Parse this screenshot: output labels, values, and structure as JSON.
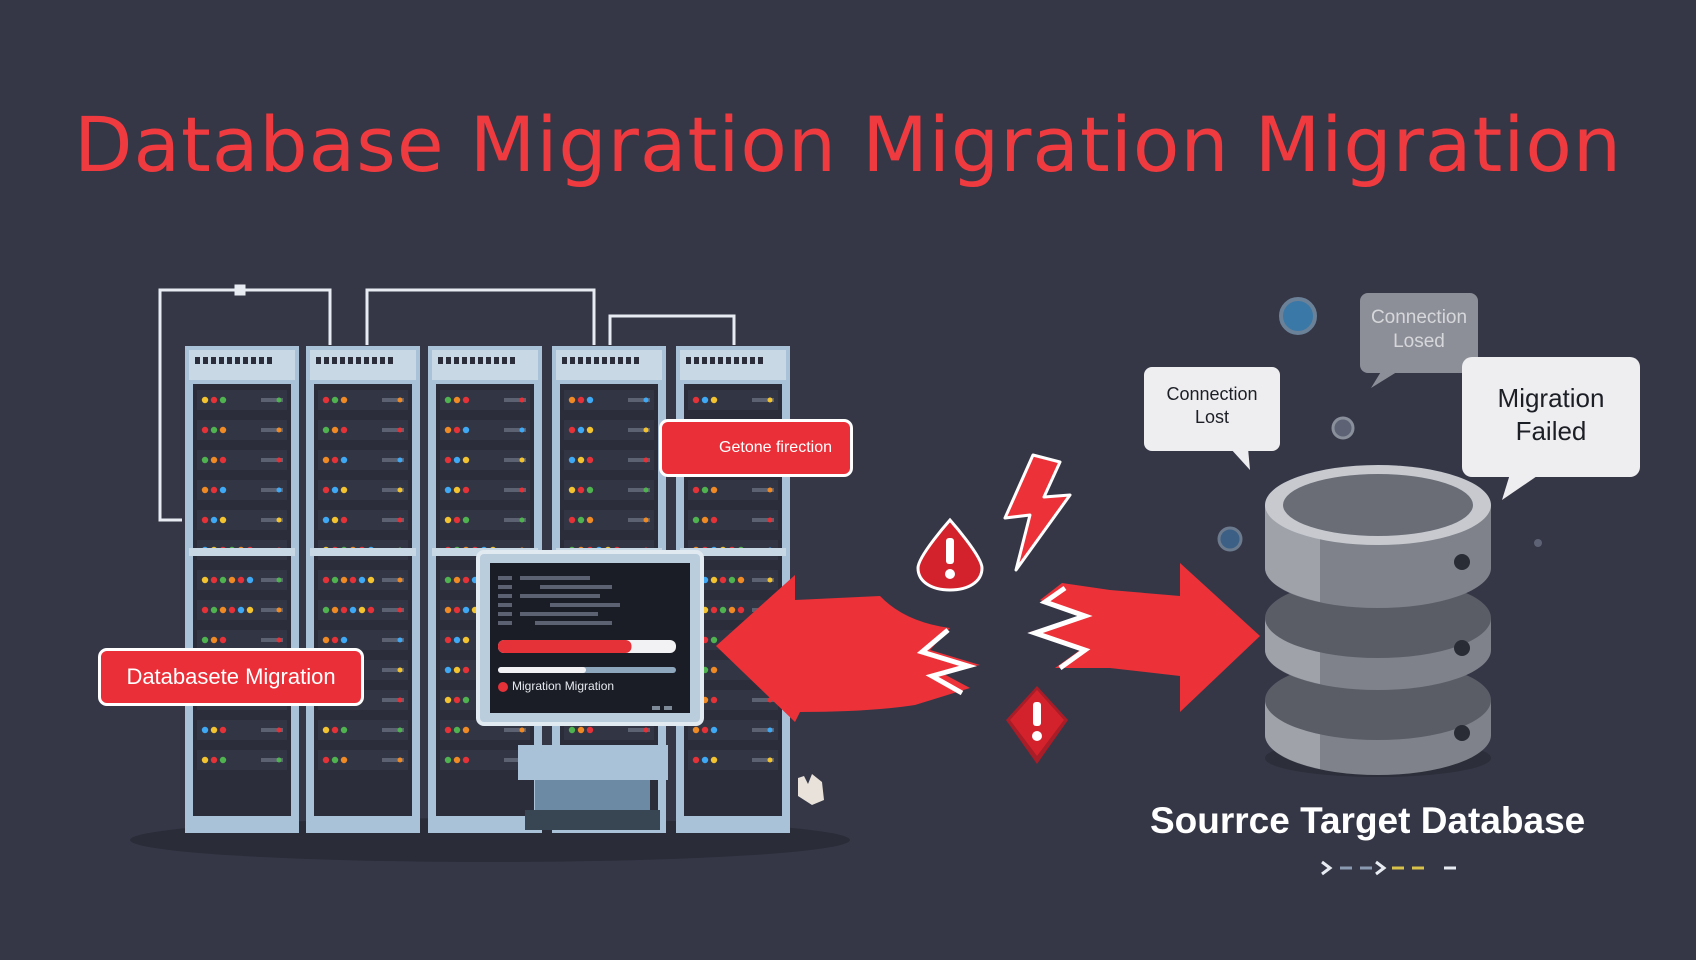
{
  "title": "Database Migration Migration Migration",
  "labels": {
    "tag_left": "Databasete Migration",
    "tag_rack": "Getone firection",
    "monitor_status": "Migration Migration",
    "bubble_connection_lost": "Connection Lost",
    "bubble_connection_losed": "Connection Losed",
    "bubble_migration_failed": "Migration Failed",
    "database_caption": "Sourrce Target Database",
    "database_caption_arrow": ">-->-- -"
  },
  "migration_progress": 0.75,
  "colors": {
    "background": "#353747",
    "alert_red": "#ef3b40",
    "rack_frame": "#a9c2d8",
    "rack_body": "#2b2d3a",
    "db_body": "#8e9198",
    "bubble": "#eeeef0"
  },
  "icons": [
    "warning-icon",
    "lightning-icon",
    "arrow-left-icon",
    "arrow-right-icon",
    "database-icon",
    "server-rack-icon",
    "monitor-icon"
  ]
}
